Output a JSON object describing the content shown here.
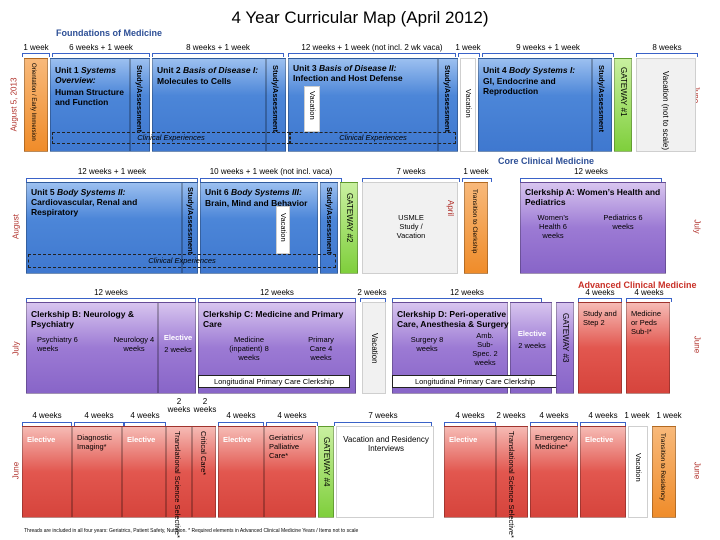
{
  "title": "4 Year Curricular Map (April 2012)",
  "sections": {
    "foundations": "Foundations of Medicine",
    "core": "Core Clinical Medicine",
    "advanced": "Advanced Clinical Medicine"
  },
  "row1": {
    "side_left": "August 5, 2013",
    "side_right": "June",
    "durations": [
      "1 week",
      "6 weeks  + 1 week",
      "8 weeks  + 1 week",
      "12 weeks  + 1 week (not incl. 2 wk vaca)",
      "1 week",
      "9 weeks  + 1 week",
      "8 weeks"
    ],
    "orientation": "Orientation / Early Immersion",
    "unit1": {
      "num": "Unit 1",
      "name": "Systems Overview:",
      "sub": "Human Structure and Function"
    },
    "unit2": {
      "num": "Unit 2",
      "name": "Basis of Disease I:",
      "sub": "Molecules to Cells"
    },
    "unit3": {
      "num": "Unit 3",
      "name": "Basis of Disease II:",
      "sub": "Infection and Host Defense"
    },
    "unit4": {
      "num": "Unit 4",
      "name": "Body Systems I:",
      "sub": "GI, Endocrine and Reproduction"
    },
    "study": "Study/Assessment",
    "vacation": "Vacation",
    "gateway": "GATEWAY #1",
    "vacation_long": "Vacation (not to scale)",
    "clinical": "Clinical Experiences"
  },
  "row2": {
    "side_left": "August",
    "side_right": "July",
    "durations": [
      "12 weeks  + 1 week",
      "10 weeks  + 1 week (not incl. vaca)",
      "7 weeks",
      "1 week",
      "12 weeks"
    ],
    "unit5": {
      "num": "Unit 5",
      "name": "Body Systems II:",
      "sub": "Cardiovascular, Renal and Respiratory"
    },
    "unit6": {
      "num": "Unit 6",
      "name": "Body Systems III:",
      "sub": "Brain, Mind and Behavior"
    },
    "study": "Study/Assessment",
    "vacation": "Vacation",
    "gateway": "GATEWAY #2",
    "usmle": "USMLE Study / Vacation",
    "april": "April",
    "transition": "Transition to Clerkship",
    "clerkA": "Clerkship A: Women’s Health and Pediatrics",
    "womens": "Women’s Health 6 weeks",
    "peds": "Pediatrics 6 weeks",
    "clinical": "Clinical Experiences"
  },
  "row3": {
    "side_left": "July",
    "side_right": "June",
    "durations": [
      "12 weeks",
      "12 weeks",
      "2 weeks",
      "12 weeks",
      "4 weeks",
      "4 weeks"
    ],
    "clerkB": "Clerkship B: Neurology & Psychiatry",
    "psych": "Psychiatry 6 weeks",
    "neuro": "Neurology 4 weeks",
    "elective": "Elective",
    "elective_wk": "2 weeks",
    "clerkC": "Clerkship C: Medicine and Primary Care",
    "medicine": "Medicine (inpatient) 8 weeks",
    "primary": "Primary Care 4 weeks",
    "longitudinal": "Longitudinal Primary Care Clerkship",
    "vacation": "Vacation",
    "clerkD": "Clerkship D: Peri-operative Care, Anesthesia & Surgery",
    "surgery": "Surgery 8 weeks",
    "amb": "Amb. Sub-Spec. 2 weeks",
    "gateway": "GATEWAY #3",
    "study_step": "Study and Step 2",
    "med_peds": "Medicine or Peds Sub-I*"
  },
  "row4": {
    "side_left": "June",
    "side_right": "June",
    "durations": [
      "4 weeks",
      "4 weeks",
      "4 weeks",
      "2 weeks",
      "2 weeks",
      "4 weeks",
      "4 weeks",
      "7 weeks",
      "4 weeks",
      "2 weeks",
      "4 weeks",
      "4 weeks",
      "1 week",
      "1 week"
    ],
    "elective": "Elective",
    "diag": "Diagnostic Imaging*",
    "translational": "Translational Science Selective*",
    "critical": "Critical Care*",
    "geriatrics": "Geriatrics/ Palliative Care*",
    "gateway": "GATEWAY #4",
    "vacation_res": "Vacation and Residency Interviews",
    "emergency": "Emergency Medicine*",
    "vacation": "Vacation",
    "transition_res": "Transition to Residency"
  },
  "footnote": "Threads are included in all four years: Geriatrics, Patient Safety, Nutrition.   * Required elements in Advanced Clinical Medicine Years / Items not to scale"
}
